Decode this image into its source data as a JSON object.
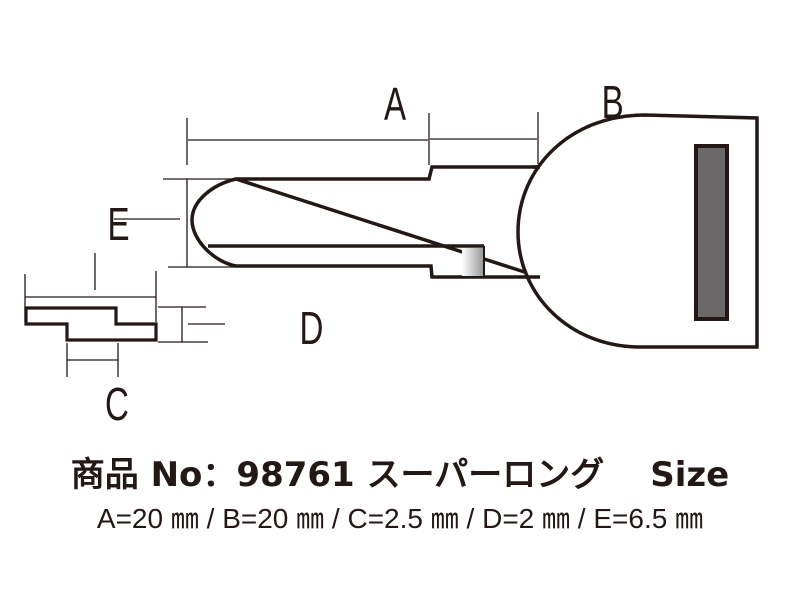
{
  "diagram": {
    "subject": "key blank",
    "dimension_labels": {
      "A": "A",
      "B": "B",
      "C": "C",
      "D": "D",
      "E": "E"
    },
    "colors": {
      "line": "#231815",
      "grip_slot": "#6a6868",
      "shading": "#bdbdbd"
    }
  },
  "caption": {
    "product_prefix": "商品 No：",
    "product_number": "98761",
    "product_name": "スーパーロング",
    "size_label": "Size",
    "sizes": [
      {
        "key": "A",
        "value": "20",
        "unit": "mm"
      },
      {
        "key": "B",
        "value": "20",
        "unit": "mm"
      },
      {
        "key": "C",
        "value": "2.5",
        "unit": "mm"
      },
      {
        "key": "D",
        "value": "2",
        "unit": "mm"
      },
      {
        "key": "E",
        "value": "6.5",
        "unit": "mm"
      }
    ],
    "sizes_text": "A=20 ㎜ / B=20 ㎜ / C=2.5 ㎜ / D=2 ㎜ / E=6.5 ㎜"
  }
}
